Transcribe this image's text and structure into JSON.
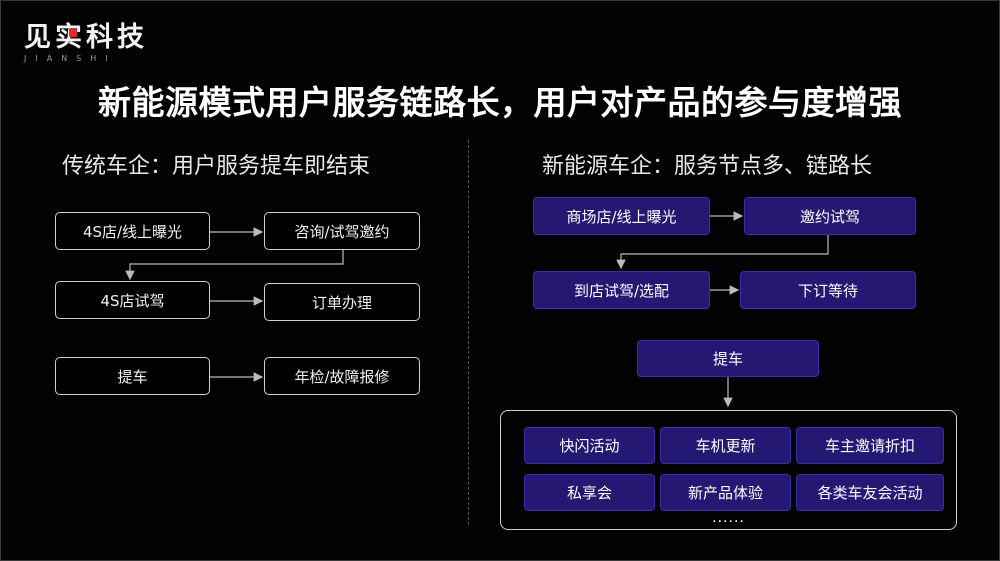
{
  "logo": {
    "cn": "见实科技",
    "en": "JIANSHI"
  },
  "title": "新能源模式用户服务链路长，用户对产品的参与度增强",
  "left": {
    "heading": "传统车企：用户服务提车即结束",
    "steps": [
      "4S店/线上曝光",
      "咨询/试驾邀约",
      "4S店试驾",
      "订单办理",
      "提车",
      "年检/故障报修"
    ]
  },
  "right": {
    "heading": "新能源车企：服务节点多、链路长",
    "steps": [
      "商场店/线上曝光",
      "邀约试驾",
      "到店试驾/选配",
      "下订等待",
      "提车"
    ],
    "services": [
      "快闪活动",
      "车机更新",
      "车主邀请折扣",
      "私享会",
      "新产品体验",
      "各类车友会活动"
    ],
    "more": "......"
  },
  "colors": {
    "filled_box": "#241873",
    "outline": "#cfcfcf",
    "logo_mark": "#e8262a"
  }
}
